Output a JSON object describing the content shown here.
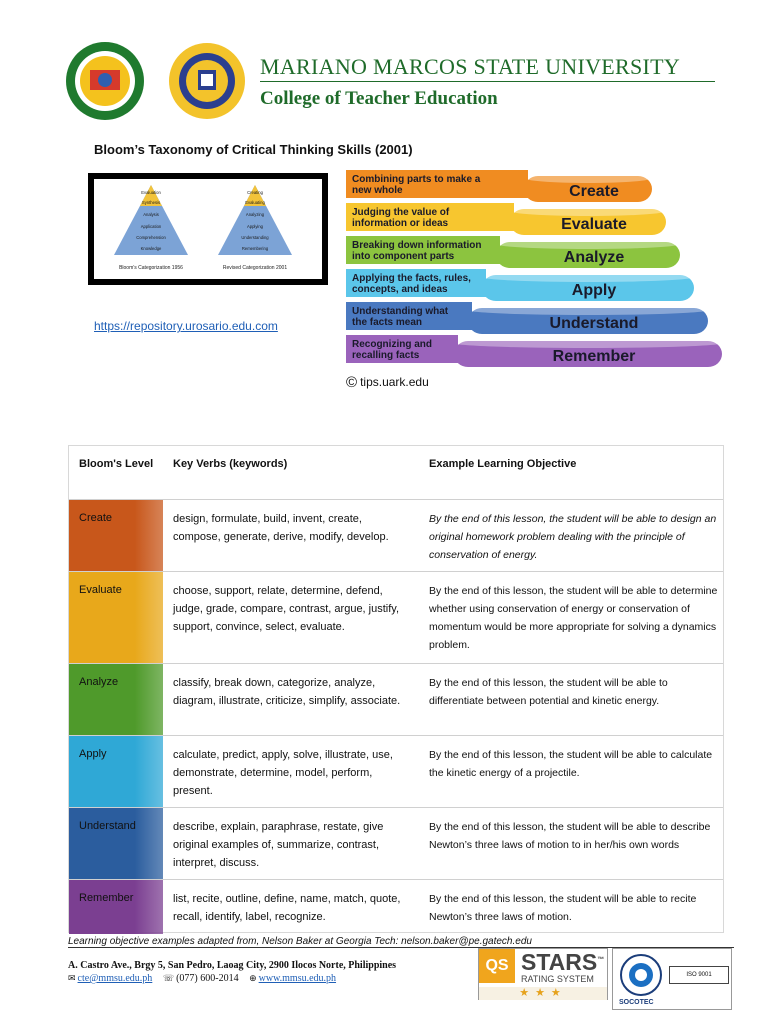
{
  "header": {
    "university": "MARIANO MARCOS STATE UNIVERSITY",
    "college": "College of Teacher Education"
  },
  "document": {
    "title": "Bloom’s Taxonomy of Critical Thinking Skills (2001)",
    "link": "https://repository.urosario.edu.com"
  },
  "pyramid_image": {
    "left_pyramid": [
      "Evaluation",
      "Synthesis",
      "Analysis",
      "Application",
      "Comprehension",
      "Knowledge"
    ],
    "right_pyramid": [
      "Creating",
      "Evaluating",
      "Analyzing",
      "Applying",
      "Understanding",
      "Remembering"
    ],
    "left_caption": "Bloom’s Categorization 1956",
    "right_caption": "Revised Categorization 2001"
  },
  "stack": {
    "levels": [
      {
        "desc": "Combining parts to make a new whole",
        "desc1": "Combining parts to make a",
        "desc2": "new whole",
        "name": "Create",
        "color": "#f08c21"
      },
      {
        "desc": "Judging the value of information or ideas",
        "desc1": "Judging the value of",
        "desc2": "information or ideas",
        "name": "Evaluate",
        "color": "#f7c62f"
      },
      {
        "desc": "Breaking down information into component parts",
        "desc1": "Breaking down information",
        "desc2": "into component parts",
        "name": "Analyze",
        "color": "#8cc43f"
      },
      {
        "desc": "Applying the facts, rules, concepts, and ideas",
        "desc1": "Applying the facts, rules,",
        "desc2": "concepts, and ideas",
        "name": "Apply",
        "color": "#5bc6ea"
      },
      {
        "desc": "Understanding what the facts mean",
        "desc1": "Understanding what",
        "desc2": "the facts mean",
        "name": "Understand",
        "color": "#4a79c0"
      },
      {
        "desc": "Recognizing and recalling facts",
        "desc1": "Recognizing and",
        "desc2": "recalling facts",
        "name": "Remember",
        "color": "#9a63bb"
      }
    ],
    "credit": "tips.uark.edu"
  },
  "table": {
    "headers": {
      "level": "Bloom's Level",
      "verbs": "Key Verbs (keywords)",
      "objective": "Example Learning Objective"
    },
    "rows": [
      {
        "level": "Create",
        "color": "#c8571b",
        "verbs": "design, formulate, build, invent, create, compose, generate, derive, modify, develop.",
        "objective": "By the end of this lesson, the student will be able to design an original homework problem dealing with the principle of conservation of energy.",
        "italic": true
      },
      {
        "level": "Evaluate",
        "color": "#e8a81b",
        "verbs": "choose, support, relate, determine, defend, judge, grade, compare, contrast, argue, justify, support, convince, select, evaluate.",
        "objective": "By the end of this lesson, the student will be able to determine whether using conservation of energy or conservation of momentum would be more appropriate for solving a dynamics problem.",
        "italic": false
      },
      {
        "level": "Analyze",
        "color": "#4f9a2b",
        "verbs": "classify, break down, categorize, analyze, diagram, illustrate, criticize, simplify, associate.",
        "objective": "By the end of this lesson, the student will be able to differentiate between potential and kinetic energy.",
        "italic": false
      },
      {
        "level": "Apply",
        "color": "#2fa8d6",
        "verbs": "calculate, predict, apply, solve, illustrate, use, demonstrate, determine, model, perform, present.",
        "objective": "By the end of this lesson, the student will be able to calculate the kinetic energy of a projectile.",
        "italic": false
      },
      {
        "level": "Understand",
        "color": "#2b5d9e",
        "verbs": "describe, explain, paraphrase, restate, give original examples of, summarize, contrast, interpret, discuss.",
        "objective": "By the end of this lesson, the student will be able to describe Newton’s three laws of motion to in her/his own words",
        "italic": false
      },
      {
        "level": "Remember",
        "color": "#7b3f91",
        "verbs": "list, recite, outline, define, name, match, quote, recall, identify, label, recognize.",
        "objective": "By the end of this lesson, the student will be able to recite Newton’s three laws of motion.",
        "italic": false
      }
    ]
  },
  "footnote": "Learning objective examples adapted from, Nelson Baker at Georgia Tech: nelson.baker@pe.gatech.edu",
  "footer": {
    "address": "A. Castro Ave., Brgy 5, San Pedro, Laoag City, 2900 Ilocos Norte, Philippines",
    "email": "cte@mmsu.edu.ph",
    "phone": "(077) 600-2014",
    "website": "www.mmsu.edu.ph"
  },
  "badges": {
    "qs_logo": "QS",
    "stars": "STARS",
    "rating": "RATING SYSTEM",
    "star_row": "★★★",
    "socotec": "SOCOTEC",
    "iso": "ISO 9001"
  },
  "colors": {
    "brand_green": "#1f6b2a",
    "link_blue": "#1f5fb6"
  }
}
